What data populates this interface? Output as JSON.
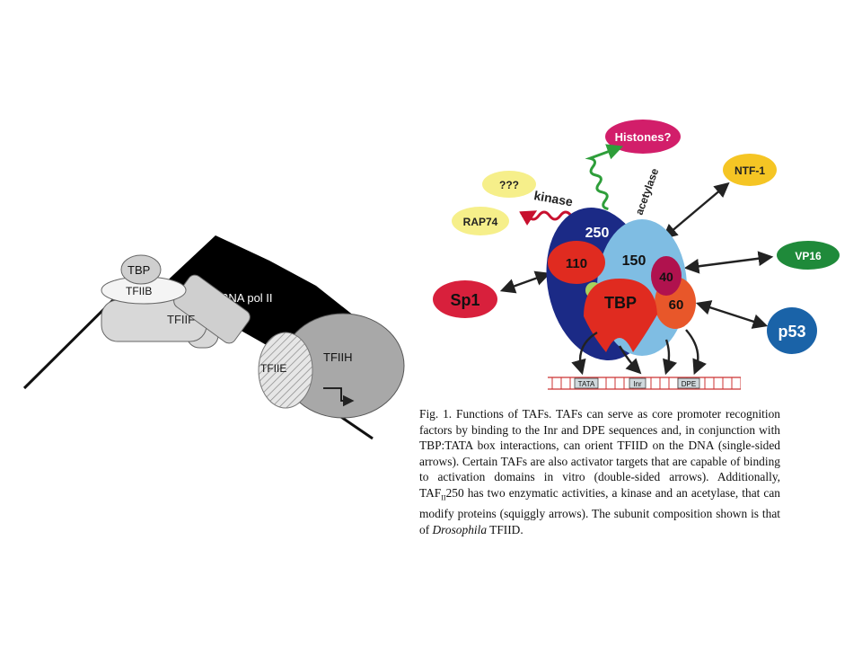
{
  "left_diagram": {
    "labels": {
      "tbp": "TBP",
      "tfiib": "TFIIB",
      "tfiif": "TFIIF",
      "rna_pol": "RNA pol II",
      "tfiie": "TFIIE",
      "tfiih": "TFIIH"
    }
  },
  "right_diagram": {
    "labels": {
      "histones": "Histones?",
      "unknown": "???",
      "kinase": "kinase",
      "acetylase": "acetylase",
      "rap74": "RAP74",
      "ntf1": "NTF-1",
      "vp16": "VP16",
      "sp1": "Sp1",
      "p53": "p53",
      "taf250": "250",
      "taf150": "150",
      "taf110": "110",
      "taf40": "40",
      "taf60": "60",
      "tbp": "TBP",
      "tata": "TATA",
      "inr": "Inr",
      "dpe": "DPE"
    }
  },
  "caption": {
    "line_before_sub": "Fig. 1. Functions of TAFs. TAFs can serve as core promoter recognition factors by binding to the Inr and DPE sequences and, in conjunction with TBP:TATA box interactions, can orient TFIID on the DNA (single-sided arrows). Certain TAFs are also activator targets that are capable of binding to activation domains in vitro (double-sided arrows). Additionally, TAF",
    "subscript": "II",
    "line_after_sub": "250 has two enzymatic activities, a kinase and an acetylase, that can modify proteins (squiggly arrows). The subunit composition shown is that of ",
    "italic": "Drosophila",
    "end": " TFIID."
  }
}
